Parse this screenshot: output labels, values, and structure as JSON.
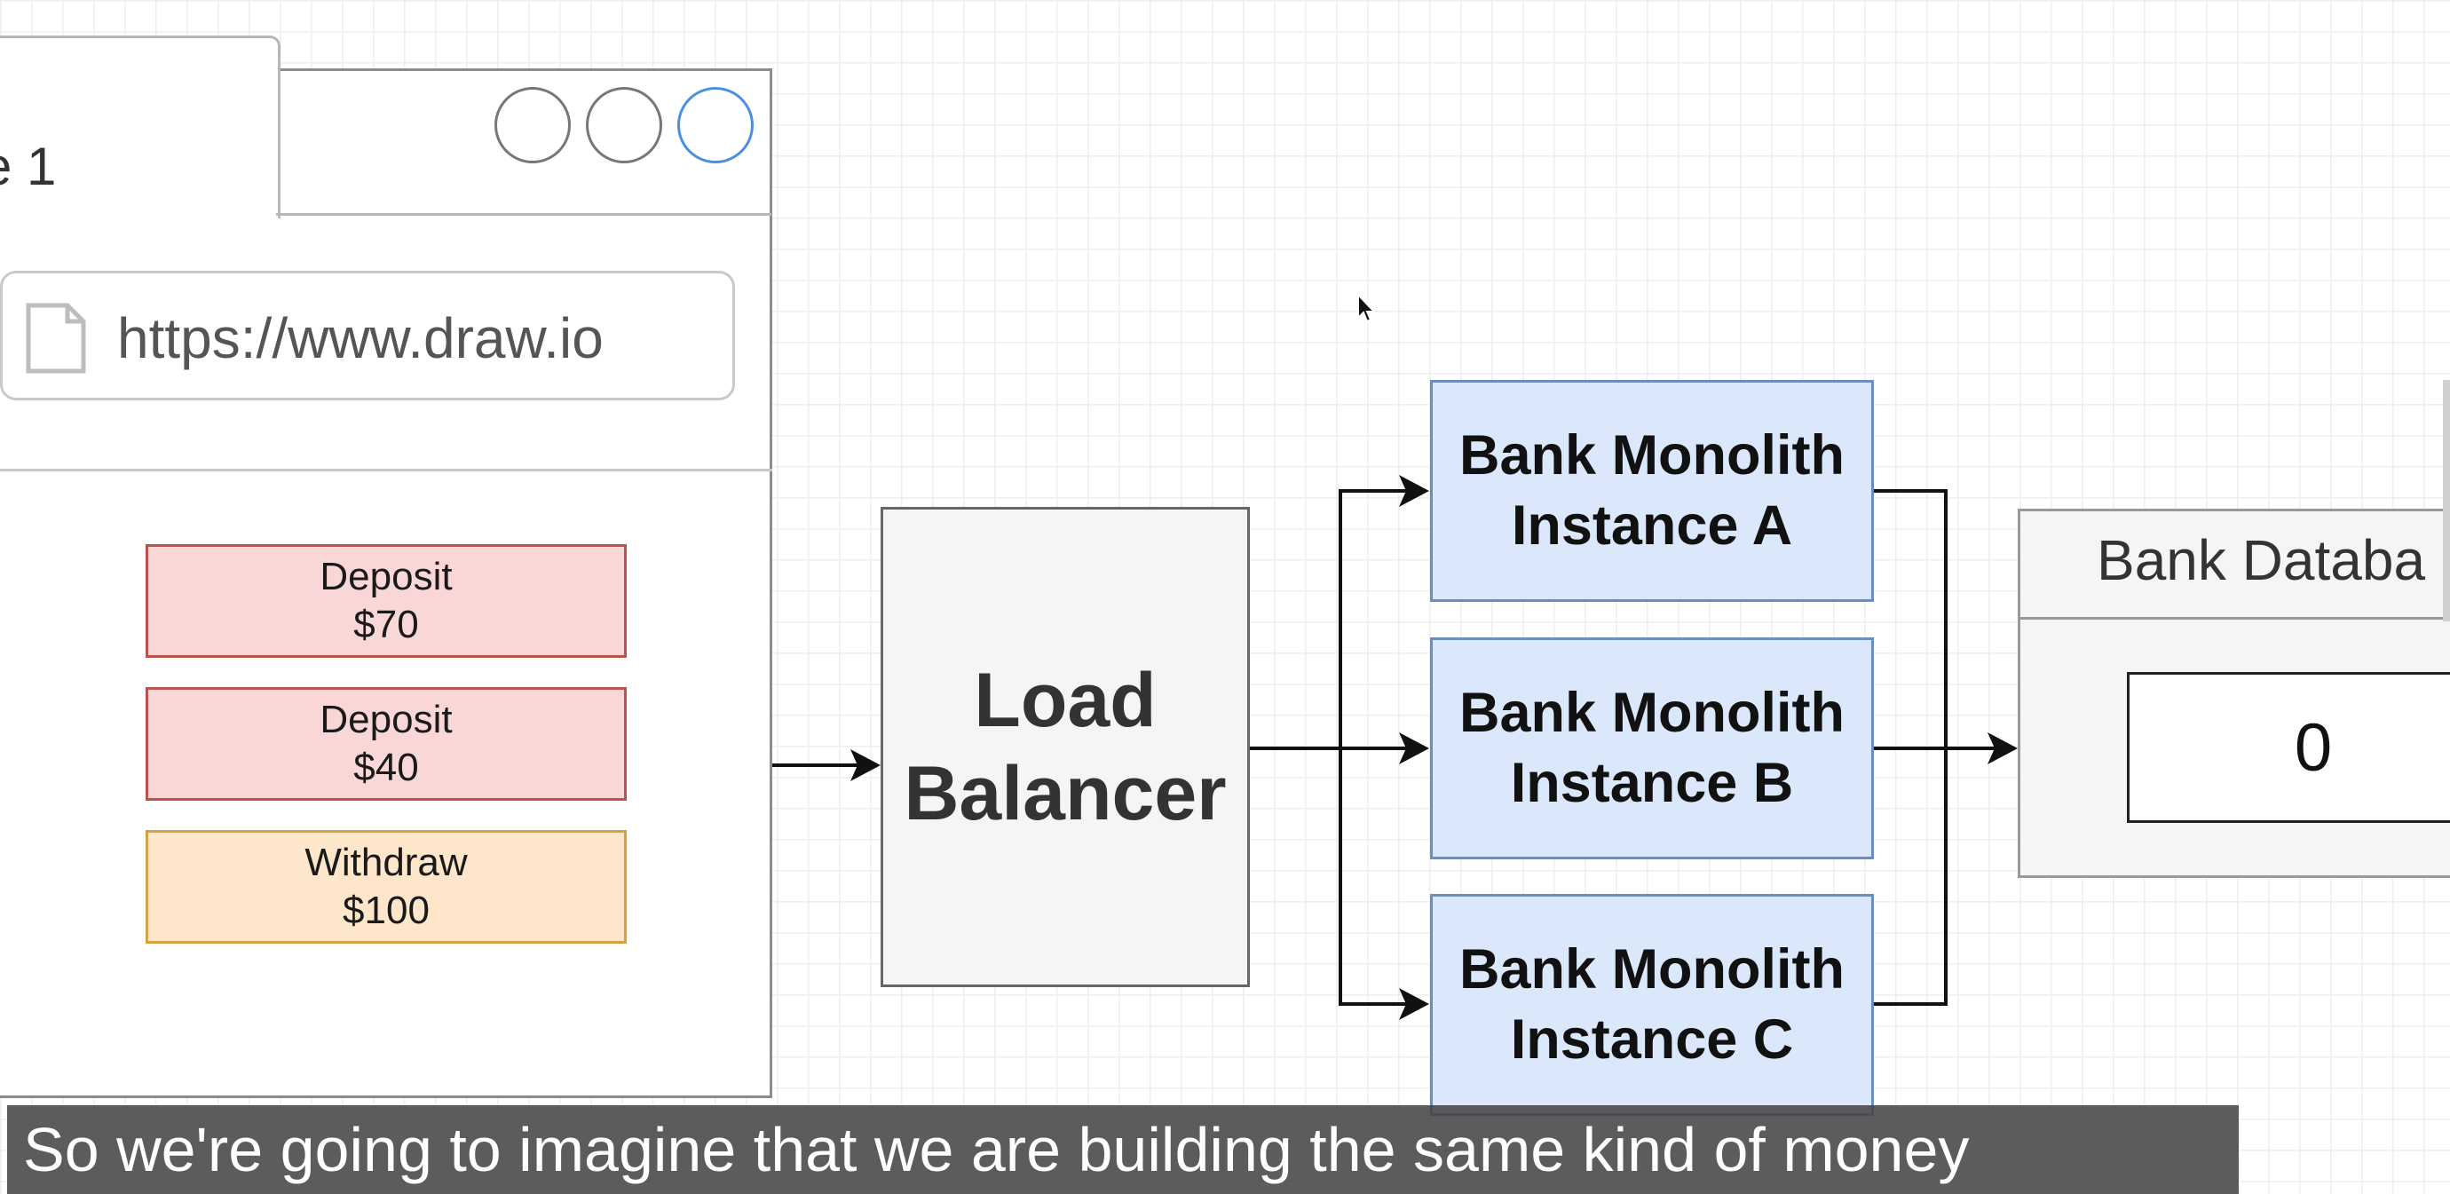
{
  "browser": {
    "tab_label": "e 1",
    "url": "https://www.draw.io",
    "window_buttons": [
      "window-button",
      "window-button",
      "window-button-active"
    ],
    "page_icon": "page-icon"
  },
  "transactions": [
    {
      "type": "Deposit",
      "amount": "$70",
      "color": "#f8d7d6"
    },
    {
      "type": "Deposit",
      "amount": "$40",
      "color": "#f8d7d6"
    },
    {
      "type": "Withdraw",
      "amount": "$100",
      "color": "#fde6ca"
    }
  ],
  "load_balancer": {
    "line1": "Load",
    "line2": "Balancer"
  },
  "instances": [
    {
      "line1": "Bank Monolith",
      "line2": "Instance A"
    },
    {
      "line1": "Bank Monolith",
      "line2": "Instance B"
    },
    {
      "line1": "Bank Monolith",
      "line2": "Instance C"
    }
  ],
  "database": {
    "title": "Bank Databa",
    "value": "0"
  },
  "caption": "So we're going to imagine that we are building the same kind of money",
  "colors": {
    "instance_fill": "#dbe7fb",
    "instance_border": "#6c8ebf",
    "deposit_fill": "#f8d7d6",
    "withdraw_fill": "#fde6ca",
    "active_button": "#4a90e2"
  }
}
